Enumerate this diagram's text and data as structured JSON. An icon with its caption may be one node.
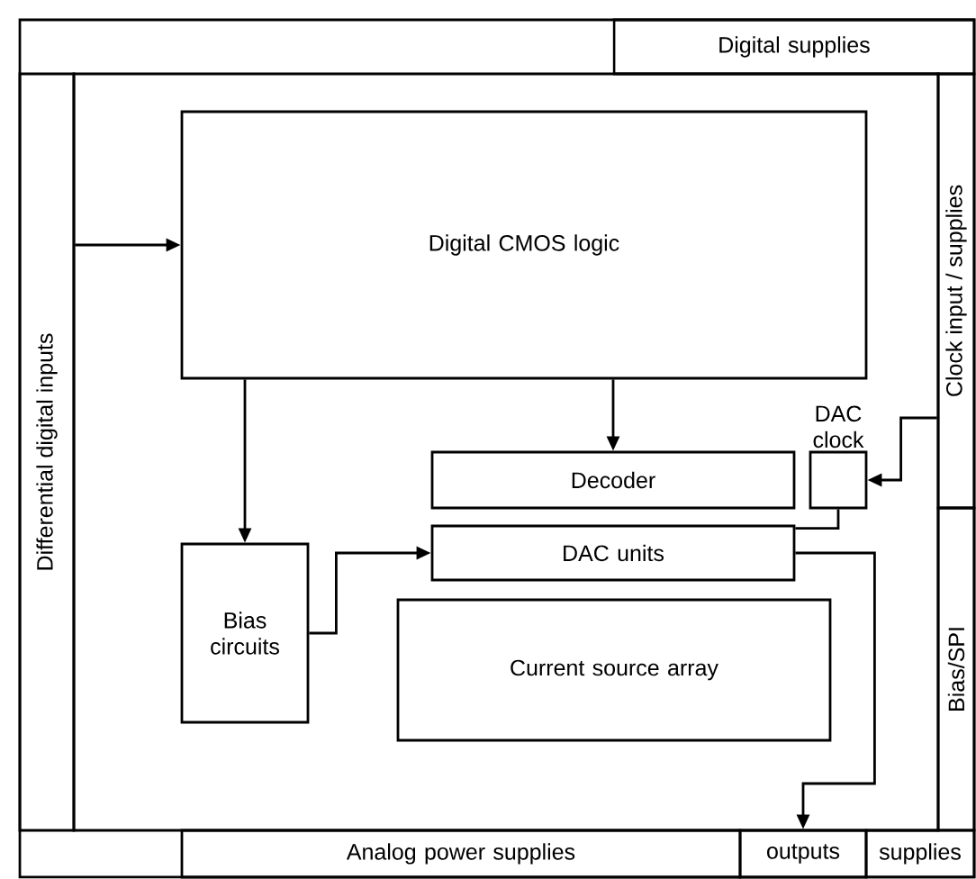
{
  "diagram": {
    "nodes": [
      {
        "text": [
          "Digital supplies"
        ]
      },
      {
        "text": [
          "Differential digital inputs"
        ]
      },
      {
        "text": [
          "Clock input / supplies"
        ]
      },
      {
        "text": [
          "Bias/SPI"
        ]
      },
      {
        "text": [
          "Analog power supplies"
        ]
      },
      {
        "text": [
          "outputs"
        ]
      },
      {
        "text": [
          "supplies"
        ]
      },
      {
        "text": [],
        "shape": "box"
      },
      {
        "text": [
          "Digital CMOS logic"
        ],
        "in": 7
      },
      {
        "text": [
          "DAC clock"
        ],
        "in": 7
      },
      {
        "text": [
          "Decoder"
        ],
        "in": 7
      },
      {
        "text": [
          "DAC units"
        ],
        "in": 7
      },
      {
        "text": [
          "Bias circuits"
        ],
        "in": 7
      },
      {
        "text": [
          "Current source array"
        ],
        "in": 7
      }
    ],
    "edges": [
      {
        "from": 1,
        "to": 8,
        "arrow": "to"
      },
      {
        "from": 8,
        "to": 12,
        "arrow": "to"
      },
      {
        "from": 8,
        "to": 10,
        "arrow": "to"
      },
      {
        "from": 12,
        "to": 11,
        "arrow": "to"
      },
      {
        "from": 2,
        "to": 9,
        "arrow": "to"
      },
      {
        "from": 9,
        "to": 11,
        "arrow": "none"
      },
      {
        "from": 11,
        "to": 5,
        "arrow": "to"
      }
    ]
  }
}
